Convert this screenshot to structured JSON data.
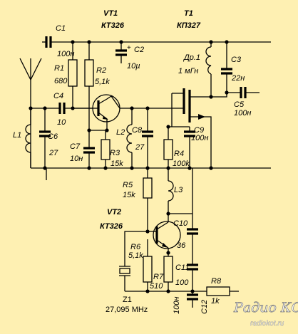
{
  "components": {
    "C1": {
      "ref": "C1",
      "value": "100н"
    },
    "VT1": {
      "ref": "VT1",
      "value": "КТ326"
    },
    "T1": {
      "ref": "T1",
      "value": "КП327"
    },
    "C2": {
      "ref": "C2",
      "value": "10µ"
    },
    "R1": {
      "ref": "R1",
      "value": "680"
    },
    "R2": {
      "ref": "R2",
      "value": "5,1k"
    },
    "DR1": {
      "ref": "Др.1",
      "value": "1 мГн"
    },
    "C3": {
      "ref": "C3",
      "value": "22н"
    },
    "C4": {
      "ref": "C4",
      "value": "10"
    },
    "C5": {
      "ref": "C5",
      "value": "100н"
    },
    "L1": {
      "ref": "L1"
    },
    "C6": {
      "ref": "C6",
      "value": "27"
    },
    "L2": {
      "ref": "L2"
    },
    "C8": {
      "ref": "C8",
      "value": "27"
    },
    "C9": {
      "ref": "C9",
      "value": "100н"
    },
    "C7": {
      "ref": "C7",
      "value": "10н"
    },
    "R3": {
      "ref": "R3",
      "value": "15k"
    },
    "R4": {
      "ref": "R4",
      "value": "100k"
    },
    "R5": {
      "ref": "R5",
      "value": "15k"
    },
    "L3": {
      "ref": "L3"
    },
    "VT2": {
      "ref": "VT2",
      "value": "КТ326"
    },
    "C10": {
      "ref": "C10",
      "value": "36"
    },
    "R6": {
      "ref": "R6",
      "value": "5,1k"
    },
    "C11": {
      "ref": "C11",
      "value": "100"
    },
    "R7": {
      "ref": "R7",
      "value": "510"
    },
    "R8": {
      "ref": "R8",
      "value": "1k"
    },
    "C12": {
      "ref": "C12",
      "value": "100н"
    },
    "Z1": {
      "ref": "Z1",
      "value": "27,095 MHz"
    }
  },
  "watermark": {
    "logo": "Радио КОТ",
    "url": "radiokot.ru"
  }
}
